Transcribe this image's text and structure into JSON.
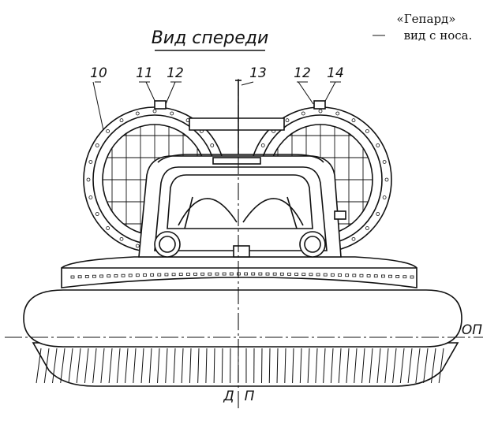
{
  "caption": {
    "line1": "«Гепард»",
    "line2": "вид с носа."
  },
  "view_title": "Вид спереди",
  "callouts": [
    {
      "id": "10",
      "label": "10"
    },
    {
      "id": "11",
      "label": "11"
    },
    {
      "id": "12a",
      "label": "12"
    },
    {
      "id": "13",
      "label": "13"
    },
    {
      "id": "12b",
      "label": "12"
    },
    {
      "id": "14",
      "label": "14"
    }
  ],
  "axes": {
    "baseline_label": "ОП",
    "centerline_label_left": "Д",
    "centerline_label_right": "П"
  }
}
